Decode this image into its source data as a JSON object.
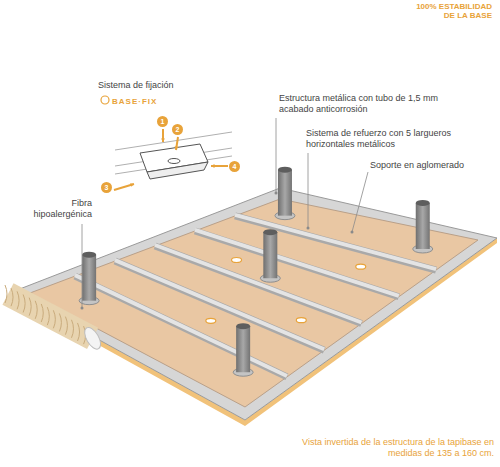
{
  "diagram": {
    "title": "100% ESTABILIDAD DE LA BASE",
    "caption": "Vista invertida de la estructura de la tapibase en medidas de 135 a 160 cm.",
    "labels": [
      "Sistema de fijación",
      "BASE·FIX",
      "1",
      "2",
      "3",
      "4",
      "Estructura metálica con tubo de 1,5 mm acabado anticorrosión",
      "Sistema de refuerzo con 5 largueros horizontales metálicos",
      "Soporte en aglomerado",
      "Fibra hipoalergénica"
    ]
  }
}
